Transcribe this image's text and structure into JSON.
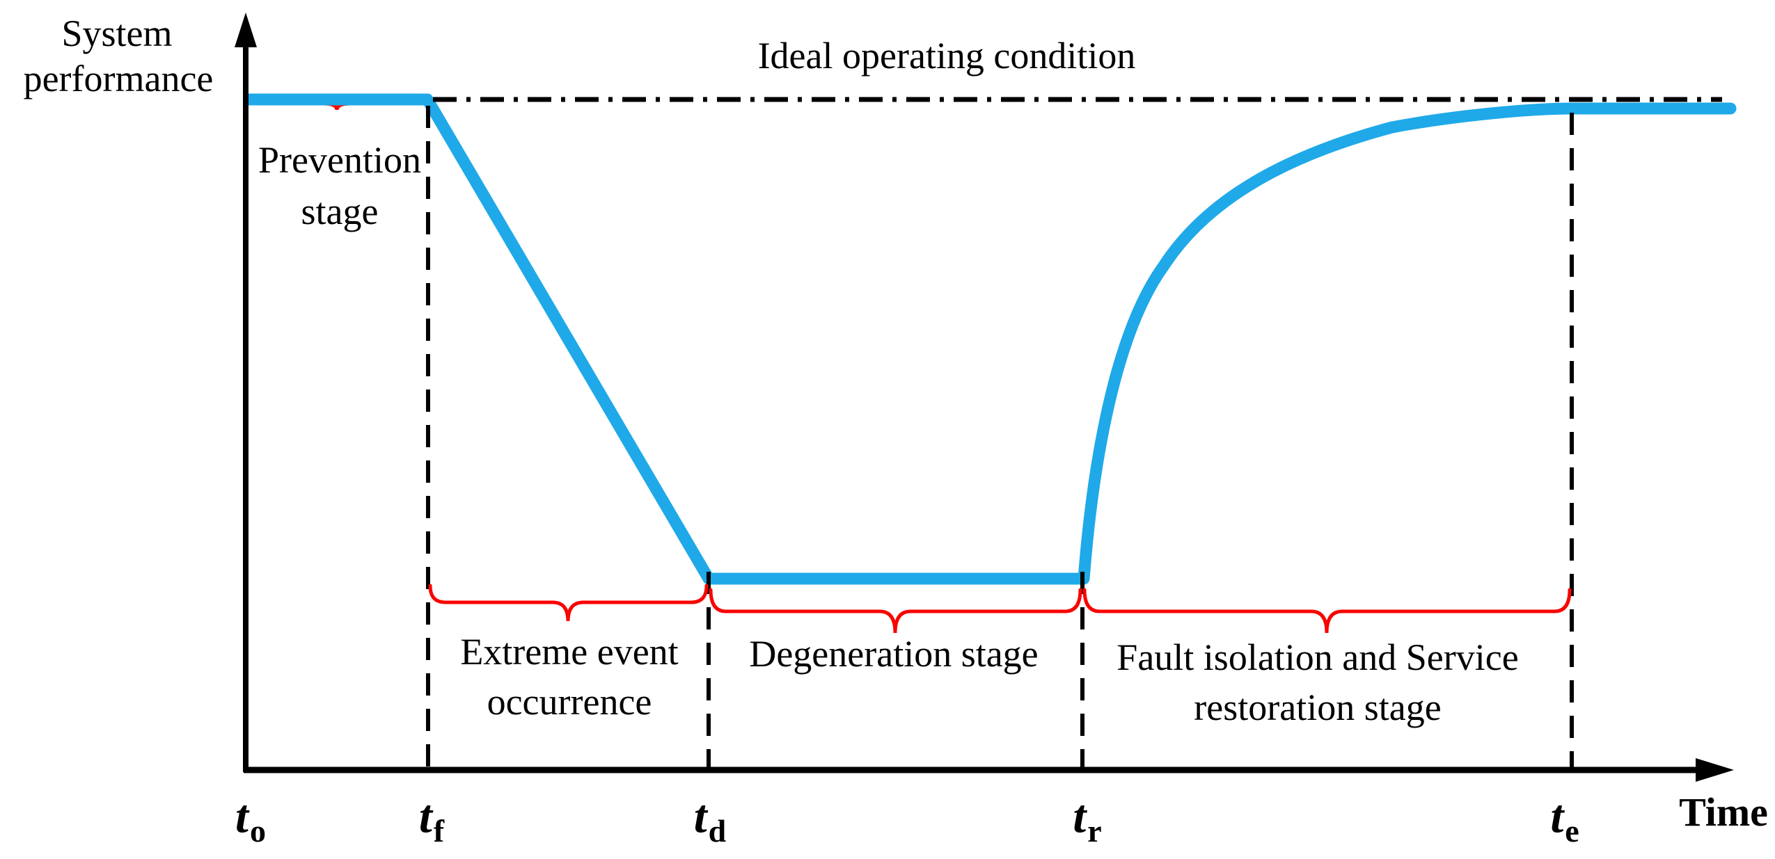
{
  "colors": {
    "curve": "#1FA9E8",
    "brace": "#F80400",
    "ink": "#000000"
  },
  "y_axis_title": {
    "line1": "System",
    "line2": "performance"
  },
  "ideal_line_label": "Ideal operating condition",
  "x_axis_label": "Time",
  "stage_labels": {
    "prevention": {
      "line1": "Prevention",
      "line2": "stage"
    },
    "extreme_event": {
      "line1": "Extreme event",
      "line2": "occurrence"
    },
    "degeneration": "Degeneration stage",
    "restoration": {
      "line1": "Fault isolation and Service",
      "line2": "restoration stage"
    }
  },
  "timeline": {
    "t0": {
      "base": "t",
      "sub": "o"
    },
    "tf": {
      "base": "t",
      "sub": "f"
    },
    "td": {
      "base": "t",
      "sub": "d"
    },
    "tr": {
      "base": "t",
      "sub": "r"
    },
    "te": {
      "base": "t",
      "sub": "e"
    }
  },
  "chart_data": {
    "type": "line",
    "xlabel": "Time",
    "ylabel": "System performance",
    "x_ticks": [
      "t_o",
      "t_f",
      "t_d",
      "t_r",
      "t_e"
    ],
    "series": [
      {
        "name": "System performance",
        "x": [
          "t_o",
          "t_f",
          "t_d",
          "t_r",
          "t_e"
        ],
        "values_relative_to_ideal": [
          1.0,
          1.0,
          0.29,
          0.29,
          0.99
        ],
        "shape": "flat from t_o to t_f, linear decline from t_f to t_d, flat minimum from t_d to t_r, concave saturating recovery from t_r to t_e"
      }
    ],
    "reference_lines": [
      {
        "label": "Ideal operating condition",
        "value_relative": 1.0,
        "style": "dash-dot"
      }
    ],
    "stages": [
      {
        "label": "Prevention stage",
        "from": "t_o",
        "to": "t_f"
      },
      {
        "label": "Extreme event occurrence",
        "from": "t_f",
        "to": "t_d"
      },
      {
        "label": "Degeneration stage",
        "from": "t_d",
        "to": "t_r"
      },
      {
        "label": "Fault isolation and Service restoration stage",
        "from": "t_r",
        "to": "t_e"
      }
    ],
    "legend": false,
    "grid": false
  }
}
